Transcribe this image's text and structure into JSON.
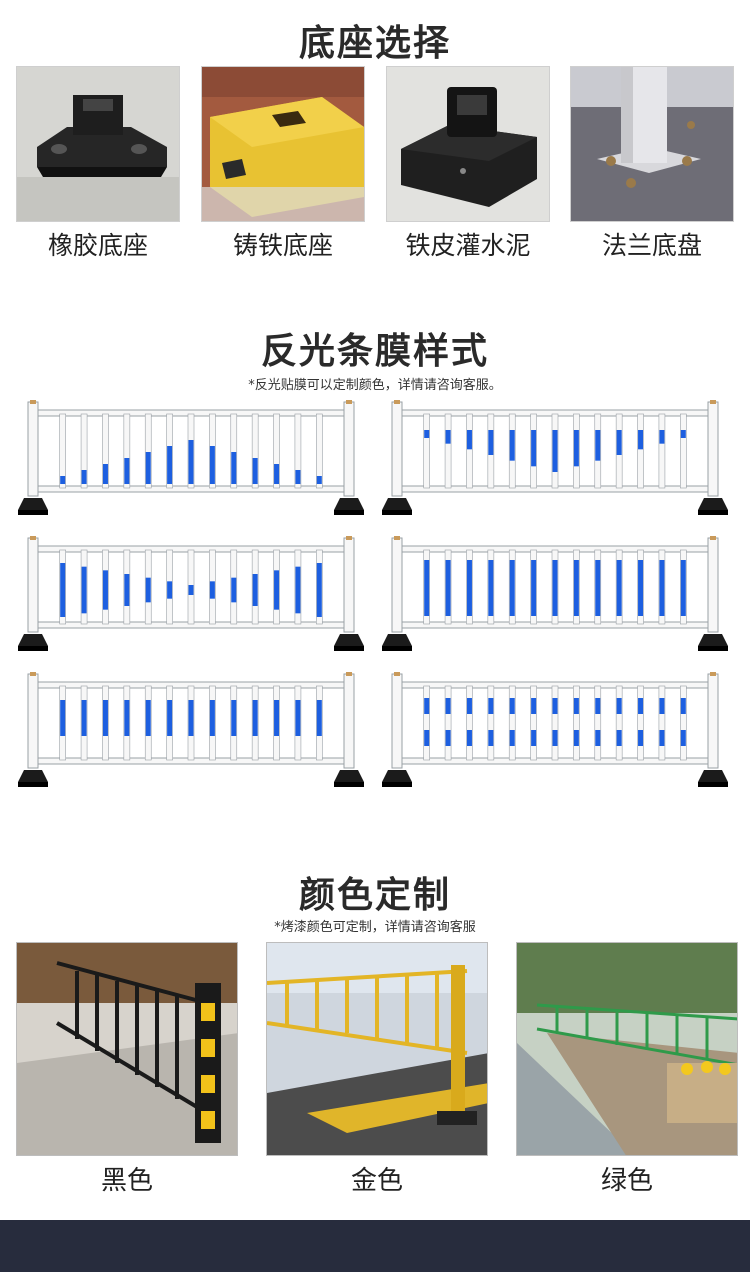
{
  "bases": {
    "title": "底座选择",
    "items": [
      {
        "label": "橡胶底座"
      },
      {
        "label": "铸铁底座"
      },
      {
        "label": "铁皮灌水泥"
      },
      {
        "label": "法兰底盘"
      }
    ]
  },
  "reflective": {
    "title": "反光条膜样式",
    "note": "*反光贴膜可以定制颜色，详情请咨询客服。"
  },
  "colors": {
    "title": "颜色定制",
    "note": "*烤漆颜色可定制，详情请咨询客服",
    "items": [
      {
        "label": "黑色"
      },
      {
        "label": "金色"
      },
      {
        "label": "绿色"
      }
    ]
  },
  "palette": {
    "fence_white": "#f7f7f7",
    "fence_outline": "#9aa0a6",
    "reflective_blue": "#1d5fe0",
    "base_black": "#1b1b1b",
    "footer": "#272c3d"
  }
}
